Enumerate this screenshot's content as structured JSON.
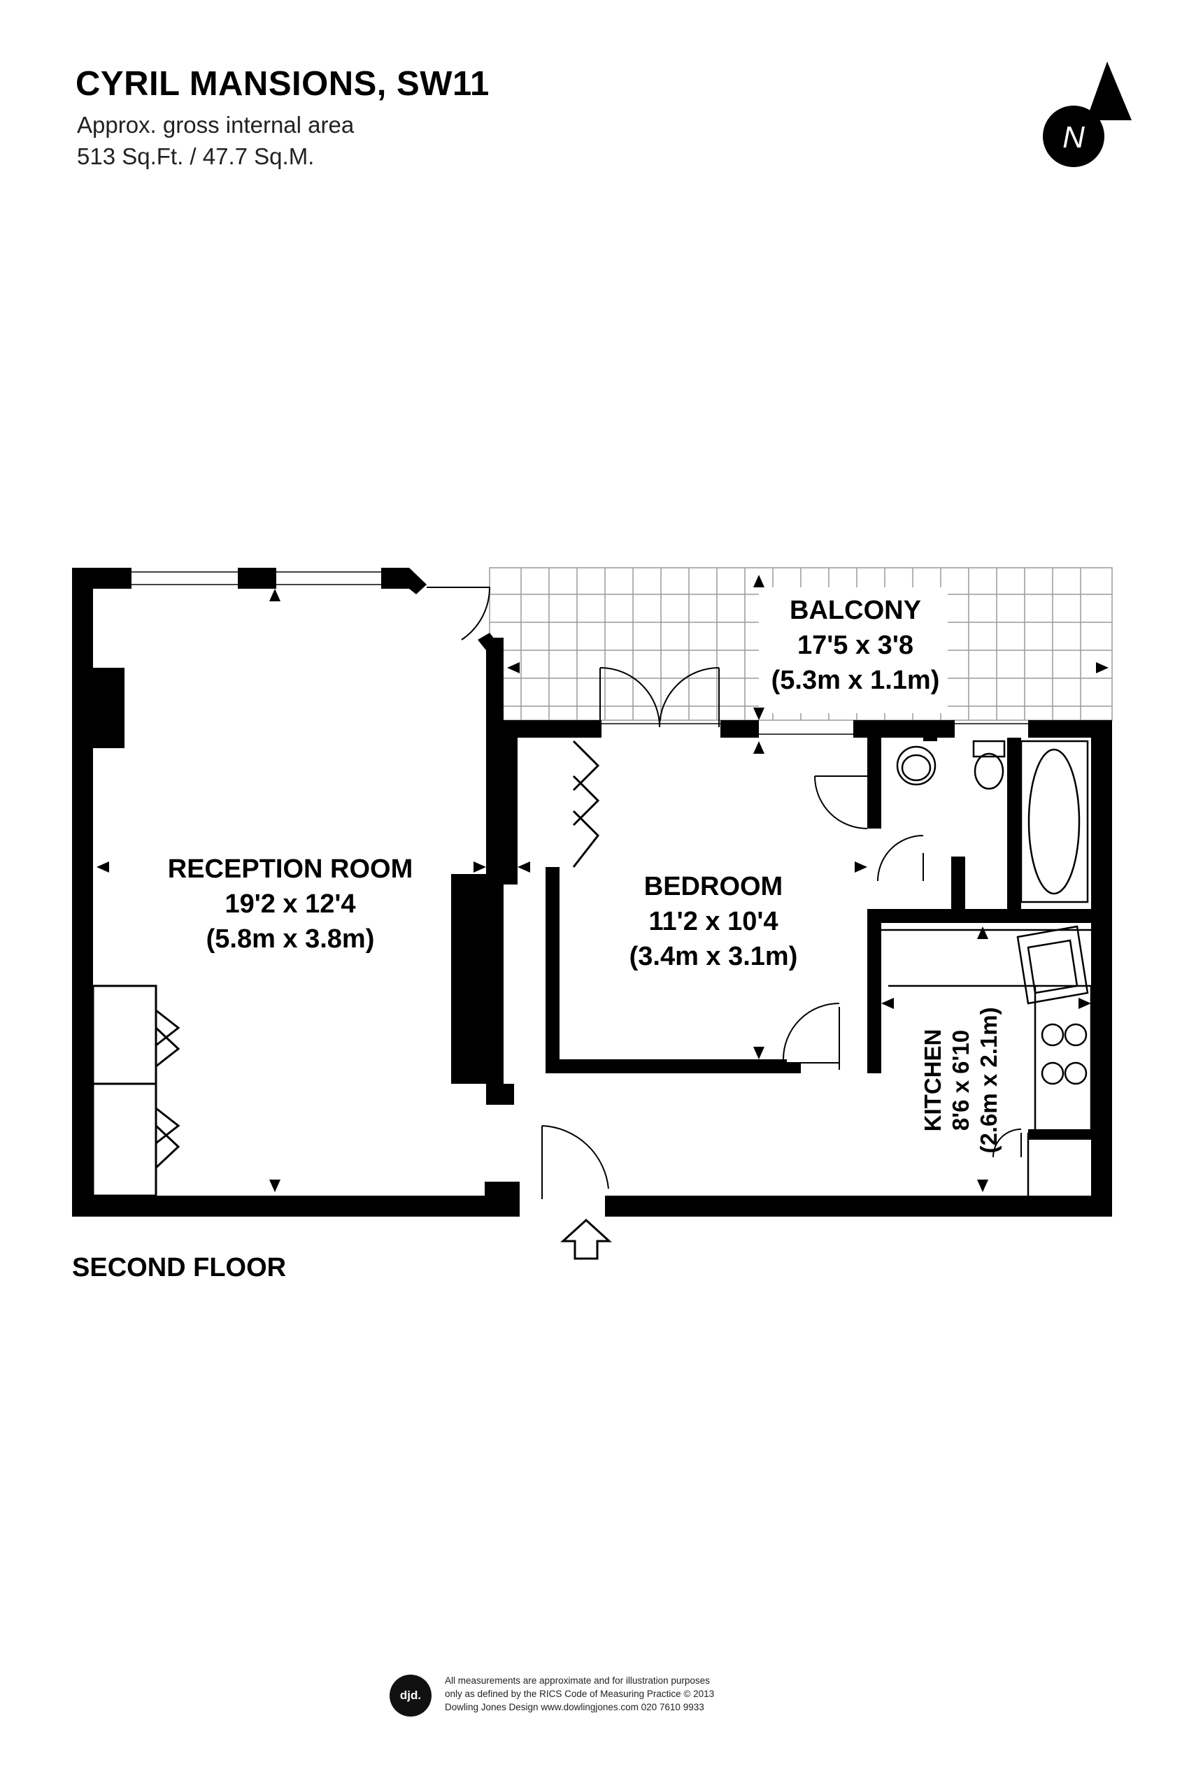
{
  "header": {
    "title": "CYRIL MANSIONS, SW11",
    "area_label": "Approx. gross internal area",
    "area_value": "513 Sq.Ft. / 47.7 Sq.M."
  },
  "compass": {
    "letter": "N",
    "icon": "north-arrow-icon"
  },
  "rooms": {
    "reception": {
      "name": "RECEPTION ROOM",
      "imperial": "19'2 x 12'4",
      "metric": "(5.8m x 3.8m)"
    },
    "bedroom": {
      "name": "BEDROOM",
      "imperial": "11'2 x 10'4",
      "metric": "(3.4m x 3.1m)"
    },
    "balcony": {
      "name": "BALCONY",
      "imperial": "17'5 x 3'8",
      "metric": "(5.3m x 1.1m)"
    },
    "kitchen": {
      "name": "KITCHEN",
      "imperial": "8'6 x 6'10",
      "metric": "(2.6m x 2.1m)"
    }
  },
  "floor_label": "SECOND FLOOR",
  "footer": {
    "logo_text": "djd.",
    "lines": [
      "All measurements are approximate and for illustration purposes",
      "only as defined by the RICS Code of Measuring Practice © 2013",
      "Dowling Jones Design www.dowlingjones.com 020 7610 9933"
    ]
  }
}
